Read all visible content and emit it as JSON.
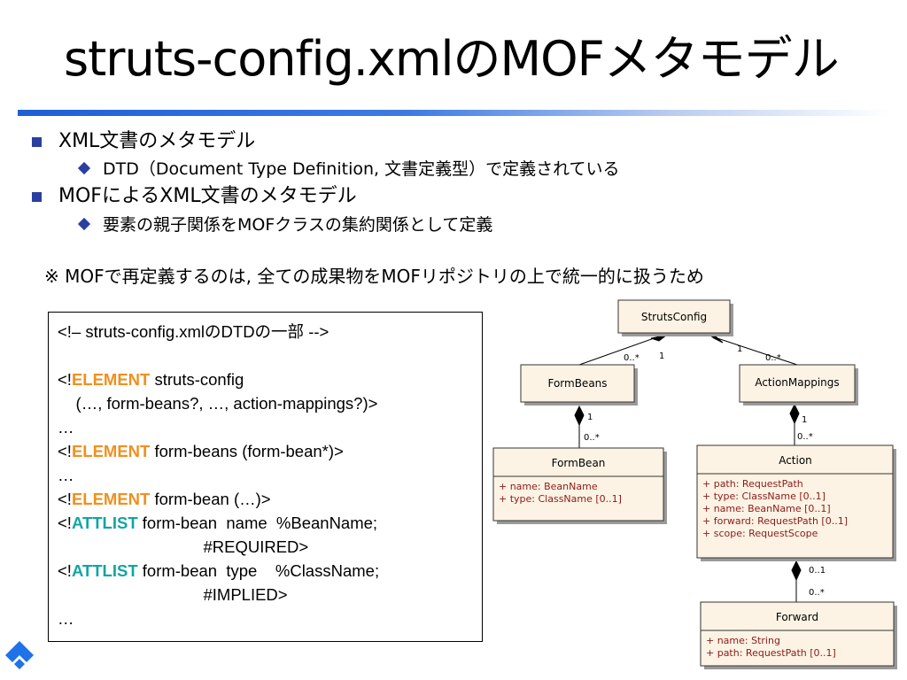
{
  "slide": {
    "title": "struts-config.xmlのMOFメタモデル"
  },
  "bullets": [
    {
      "text": "XML文書のメタモデル",
      "sub": [
        "DTD（Document Type Definition, 文書定義型）で定義されている"
      ]
    },
    {
      "text": "MOFによるXML文書のメタモデル",
      "sub": [
        "要素の親子関係をMOFクラスの集約関係として定義"
      ]
    }
  ],
  "note": "※ MOFで再定義するのは, 全ての成果物をMOFリポジトリの上で統一的に扱うため",
  "code": {
    "comment": "<!– struts-config.xmlのDTDの一部 -->",
    "lt": "<!",
    "kw_element": "ELEMENT",
    "kw_attlist": "ATTLIST",
    "el1_rest": " struts-config",
    "el1_cont": "    (…, form-beans?, …, action-mappings?)>",
    "ellipsis": "…",
    "el2_rest": " form-beans (form-bean*)>",
    "el3_rest": " form-bean (…)>",
    "att1_rest": " form-bean  name  %BeanName;",
    "att1_cont": "                                #REQUIRED>",
    "att2_rest": " form-bean  type    %ClassName;",
    "att2_cont": "                                #IMPLIED>"
  },
  "uml": {
    "classes": {
      "struts_config": {
        "name": "StrutsConfig"
      },
      "form_beans": {
        "name": "FormBeans"
      },
      "action_mappings": {
        "name": "ActionMappings"
      },
      "form_bean": {
        "name": "FormBean",
        "attrs": [
          "+    name:  BeanName",
          "+    type:  ClassName [0..1]"
        ]
      },
      "action": {
        "name": "Action",
        "attrs": [
          "+    path:  RequestPath",
          "+    type:  ClassName [0..1]",
          "+    name:  BeanName [0..1]",
          "+    forward:  RequestPath [0..1]",
          "+    scope:  RequestScope"
        ]
      },
      "forward": {
        "name": "Forward",
        "attrs": [
          "+    name:  String",
          "+    path:  RequestPath [0..1]"
        ]
      }
    },
    "multiplicities": {
      "sc_fb_part": "0..*",
      "sc_fb_whole": "1",
      "sc_am_whole": "1",
      "sc_am_part": "0..*",
      "fb_fbean_whole": "1",
      "fb_fbean_part": "0..*",
      "am_act_whole": "1",
      "am_act_part": "0..*",
      "act_fwd_whole": "0..1",
      "act_fwd_part": "0..*"
    },
    "colors": {
      "class_fill": "#fdf3e4",
      "attr_text": "#8b1a1a",
      "border": "#333333",
      "shadow": "#9a9a9a"
    }
  },
  "logo": {
    "icon": "diamond-logo-icon",
    "color": "#1e73e8"
  }
}
